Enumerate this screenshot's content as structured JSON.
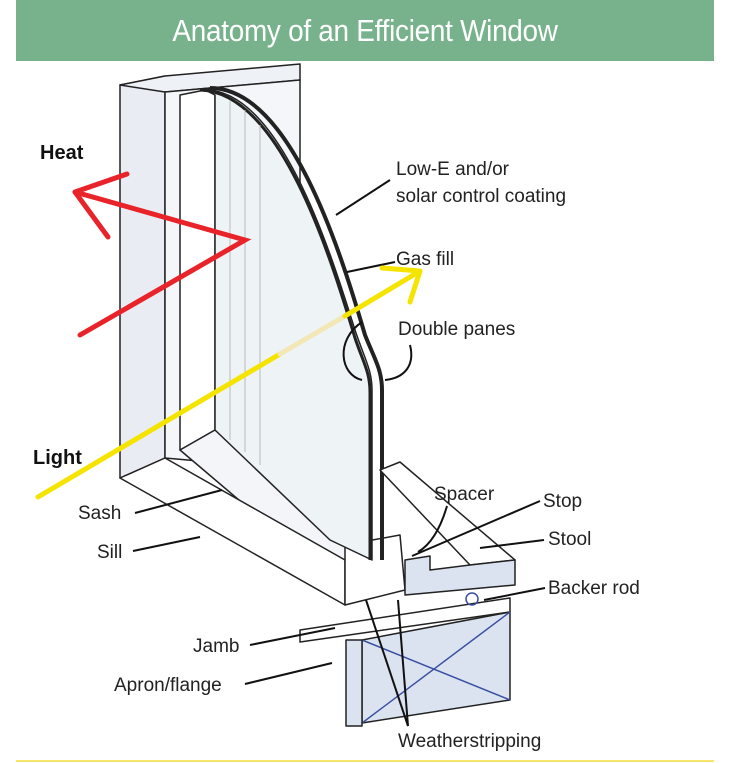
{
  "title": "Anatomy of an Efficient Window",
  "arrows": {
    "heat": "Heat",
    "light": "Light"
  },
  "labels": {
    "low_e_1": "Low-E and/or",
    "low_e_2": "solar control coating",
    "gas_fill": "Gas fill",
    "double_panes": "Double panes",
    "spacer": "Spacer",
    "stop": "Stop",
    "stool": "Stool",
    "backer_rod": "Backer rod",
    "sash": "Sash",
    "sill": "Sill",
    "jamb": "Jamb",
    "apron": "Apron/flange",
    "weatherstripping": "Weatherstripping"
  },
  "colors": {
    "header": "#78b28c",
    "heat": "#e8232a",
    "light": "#f5e400",
    "accent_line": "#f7e46a",
    "wood": "#dbe3f1"
  }
}
